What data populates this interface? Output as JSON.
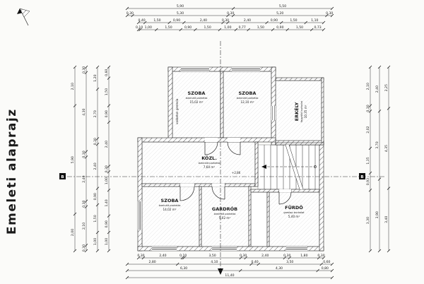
{
  "page": {
    "title": "Emeleti alaprajz"
  },
  "rooms": [
    {
      "name": "SZOBA",
      "finish": "laminált parketta",
      "area": "15,02 m²"
    },
    {
      "name": "SZOBA",
      "finish": "laminált parketta",
      "area": "12,10 m²"
    },
    {
      "name": "ERKÉLY",
      "finish": "fagyálló burkolat",
      "area": "10,35 m²"
    },
    {
      "name": "KÖZL.",
      "finish": "laminált parketta",
      "area": "7,60 m²"
    },
    {
      "name": "SZOBA",
      "finish": "laminált parketta",
      "area": "14,02 m²"
    },
    {
      "name": "GARDRÓB",
      "finish": "laminált parketta",
      "area": "5,02 m²"
    },
    {
      "name": "FÜRDŐ",
      "finish": "greslap burkolat",
      "area": "5,40 m²"
    }
  ],
  "annotations": {
    "beam": "vasbeton gerenda",
    "level": "+2,86",
    "section_label": "B"
  },
  "dims": {
    "t1": [
      "5,90",
      "5,50"
    ],
    "t2": [
      "0,30",
      "5,30",
      "0,30",
      "5,20",
      "0,30"
    ],
    "t3": [
      "0,40",
      "1,50",
      "0,90",
      "2,40",
      "0,30",
      "2,40",
      "0,90",
      "1,50",
      "1,10"
    ],
    "t4": [
      "0,10",
      "1,00",
      "1,50",
      "0,90",
      "1,50",
      "1,00",
      "0,77",
      "1,50",
      "0,90",
      "1,50",
      "0,73"
    ],
    "b1": [
      "0,30",
      "2,40",
      "0,10",
      "3,50",
      "0,30",
      "2,40",
      "0,30",
      "1,80",
      "0,30"
    ],
    "b2": [
      "2,80",
      "4,10",
      "0,40",
      "3,50",
      "0,60"
    ],
    "b3": [
      "6,30",
      "4,30",
      "0,80"
    ],
    "b4": [
      "11,40"
    ],
    "l1": [
      "2,10",
      "5,90",
      "2,00"
    ],
    "l2": [
      "0,30",
      "4,30",
      "0,30",
      "2,40",
      "0,30",
      "2,10",
      "0,30"
    ],
    "l3": [
      "1,20",
      "2,70",
      "0,30",
      "2,40",
      "0,90",
      "1,50",
      "1,00"
    ],
    "l4": [
      "0,60",
      "1,50",
      "0,90",
      "2,40",
      "0,30",
      "1,00",
      "1,40",
      "0,90",
      "1,00"
    ],
    "r1": [
      "2,10",
      "0,30",
      "2,02",
      "1,35",
      "0,93",
      "3,30"
    ],
    "r2": [
      "2,40",
      "3,70",
      "3,90"
    ],
    "r3": [
      "2,25",
      "4,35",
      "3,40"
    ]
  }
}
